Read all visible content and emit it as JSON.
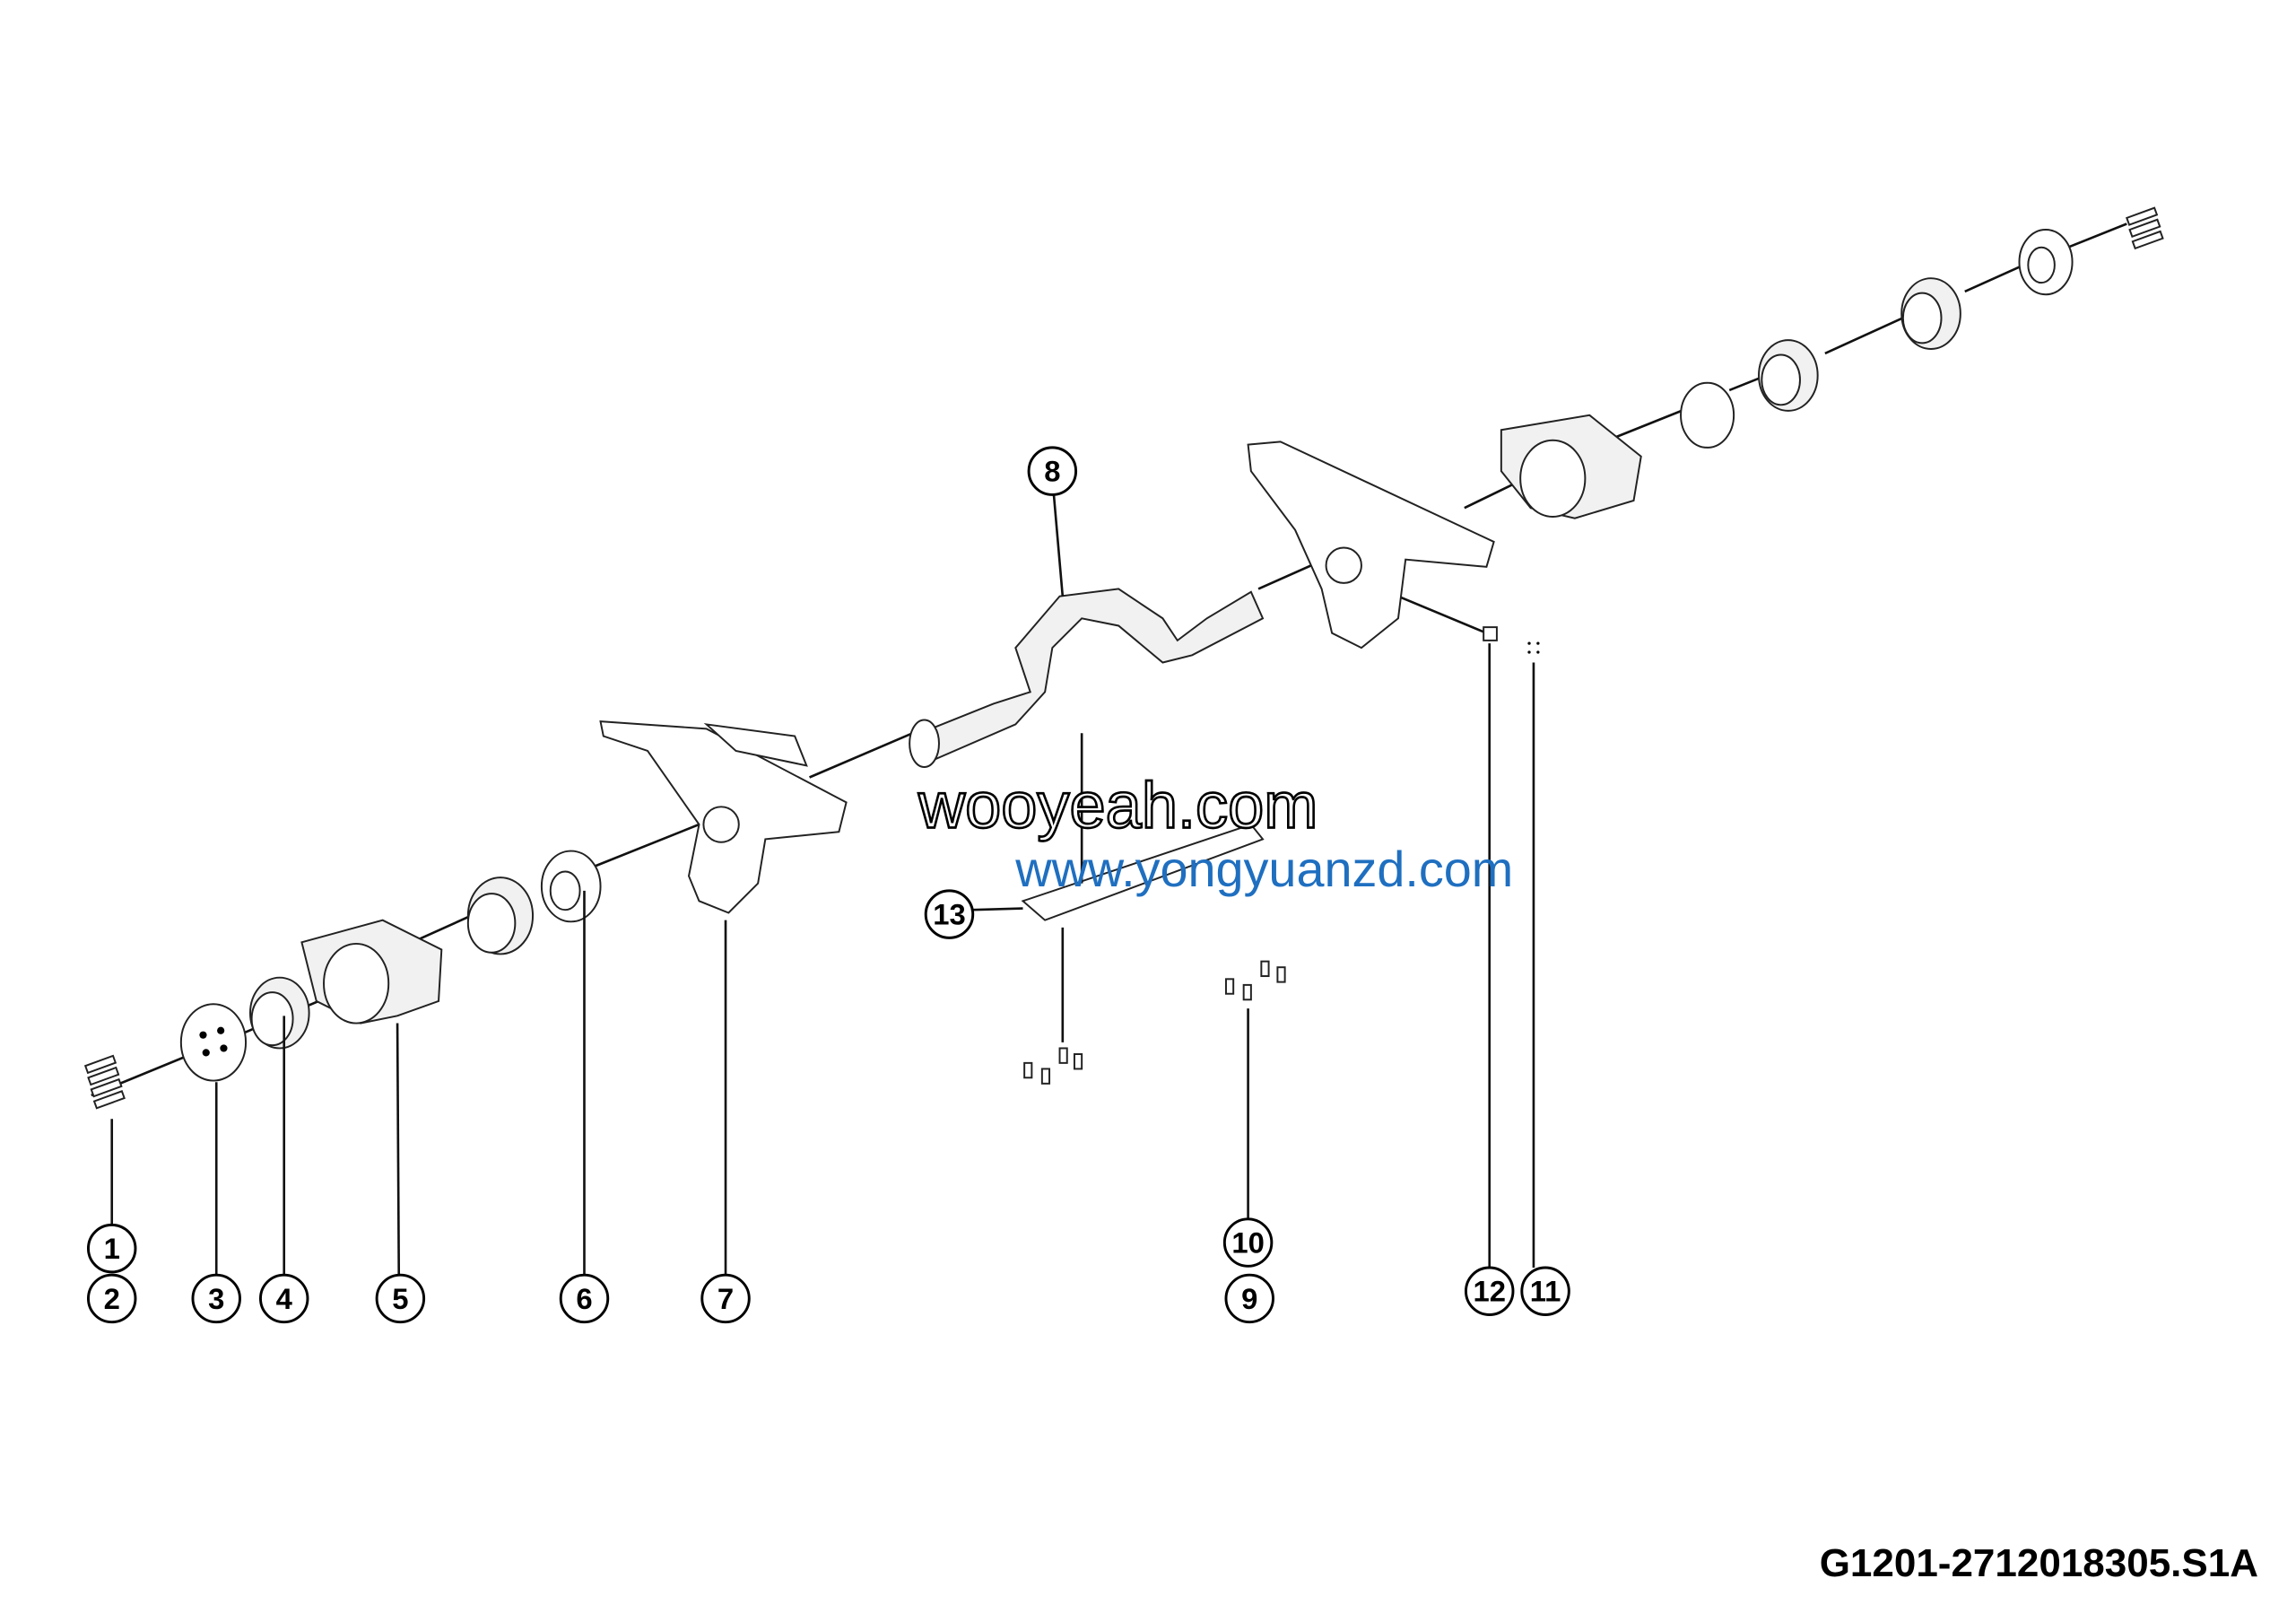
{
  "diagram_code": "G1201-2712018305.S1A",
  "watermark_outline": "wooyeah.com",
  "watermark_blue": "www.yongyuanzd.com",
  "callouts": [
    "1",
    "2",
    "3",
    "4",
    "5",
    "6",
    "7",
    "8",
    "9",
    "10",
    "11",
    "12",
    "13"
  ]
}
